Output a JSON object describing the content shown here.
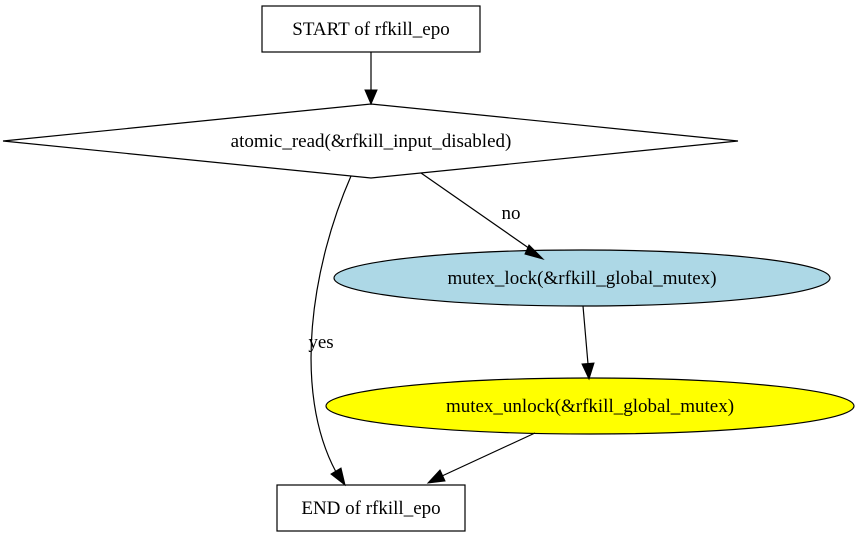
{
  "nodes": {
    "start": {
      "label": "START of rfkill_epo"
    },
    "decision": {
      "label": "atomic_read(&rfkill_input_disabled)"
    },
    "lock": {
      "label": "mutex_lock(&rfkill_global_mutex)",
      "fill": "#add8e6"
    },
    "unlock": {
      "label": "mutex_unlock(&rfkill_global_mutex)",
      "fill": "#ffff00"
    },
    "end": {
      "label": "END of rfkill_epo"
    }
  },
  "edges": {
    "start_to_decision": {
      "label": ""
    },
    "decision_to_lock": {
      "label": "no"
    },
    "decision_to_end": {
      "label": "yes"
    },
    "lock_to_unlock": {
      "label": ""
    },
    "unlock_to_end": {
      "label": ""
    }
  }
}
